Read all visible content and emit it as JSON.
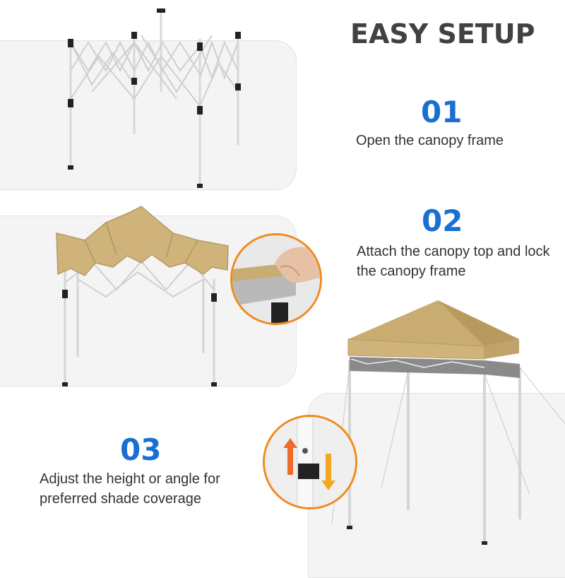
{
  "title": "EASY SETUP",
  "steps": [
    {
      "number": "01",
      "text": "Open the canopy frame"
    },
    {
      "number": "02",
      "text": "Attach the canopy top and lock the canopy frame"
    },
    {
      "number": "03",
      "text": "Adjust the height or angle for preferred shade coverage"
    }
  ],
  "colors": {
    "accent_blue": "#1a6fd3",
    "accent_orange": "#f08a1e",
    "canopy_tan": "#cfb37a",
    "arrow_up": "#f06a2a",
    "arrow_down": "#f5a623"
  },
  "icons": [
    "frame-illustration",
    "canopy-attach-illustration",
    "canopy-tent-illustration",
    "hand-detail-illustration",
    "height-adjust-illustration",
    "up-arrow-icon",
    "down-arrow-icon"
  ]
}
